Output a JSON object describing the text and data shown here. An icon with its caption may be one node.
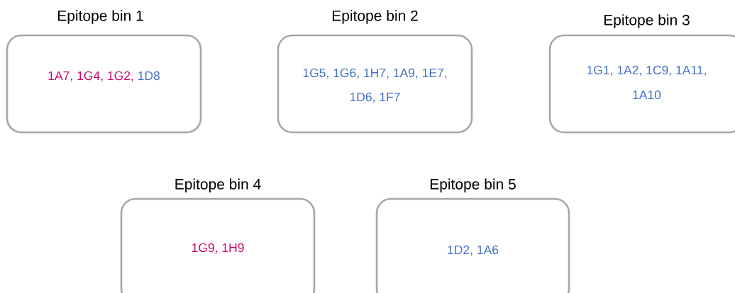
{
  "diagram": {
    "nodes": [
      {
        "text": [
          "Epitope bin 1",
          "1A7,",
          "1G4,",
          "1G2,",
          "1D8"
        ]
      },
      {
        "text": [
          "Epitope bin 2",
          "1G5,",
          "1G6,",
          "1H7,",
          "1A9,",
          "1E7,",
          "1D6,",
          "1F7"
        ]
      },
      {
        "text": [
          "Epitope bin 3",
          "1G1,",
          "1A2,",
          "1C9,",
          "1A11,",
          "1A10"
        ]
      },
      {
        "text": [
          "Epitope bin 4",
          "1G9,",
          "1H9"
        ]
      },
      {
        "text": [
          "Epitope bin 5",
          "1D2,",
          "1A6"
        ]
      }
    ]
  }
}
